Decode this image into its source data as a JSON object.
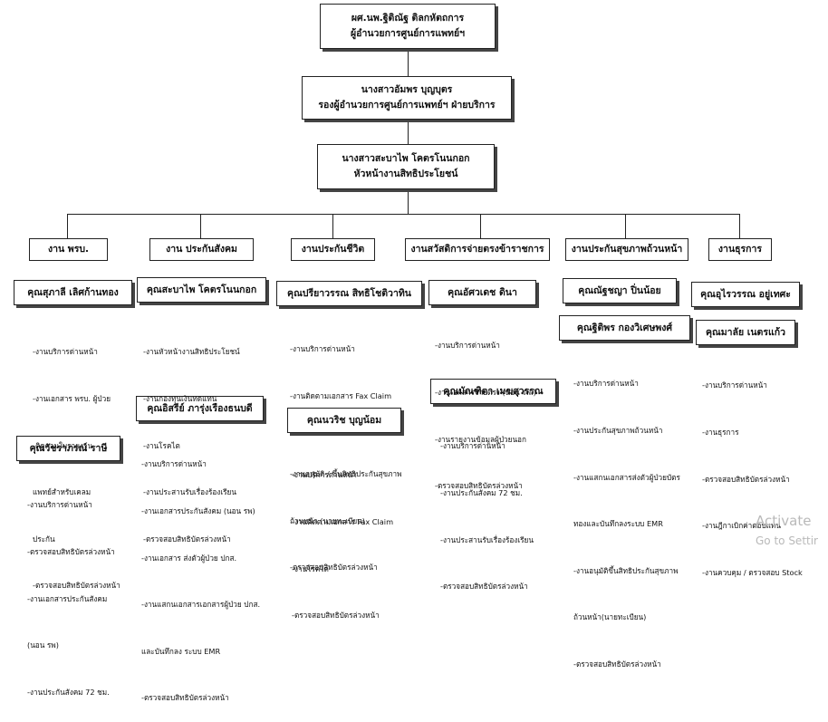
{
  "director": {
    "name": "ผศ.นพ.ฐิติณัฐ  ติลกหัตถการ",
    "title": "ผู้อำนวยการศูนย์การแพทย์ฯ"
  },
  "deputy": {
    "name": "นางสาวอัมพร  บุญบุตร",
    "title": "รองผู้อำนวยการศูนย์การแพทย์ฯ ฝ่ายบริการ"
  },
  "head": {
    "name": "นางสาวสะบาไพ  โคตรโนนกอก",
    "title": "หัวหน้างานสิทธิประโยชน์"
  },
  "units": {
    "u1": "งาน พรบ.",
    "u2": "งาน ประกันสังคม",
    "u3": "งานประกันชีวิต",
    "u4": "งานสวัสดิการจ่ายตรงข้าราชการ",
    "u5": "งานประกันสุขภาพถ้วนหน้า",
    "u6": "งานธุรการ"
  },
  "staff": {
    "s1a": "คุณสุภาลี  เลิศก้านทอง",
    "s1b": "คุณวัชราภรณ์  ราษี",
    "s2a": "คุณสะบาไพ  โคตรโนนกอก",
    "s2b": "คุณอิสรีย์  ภารุ่งเรืองธนบดี",
    "s3a": "คุณปรียาวรรณ  สิทธิโชติวาทิน",
    "s3b": "คุณนวริช  บุญน้อม",
    "s4a": "คุณอัศวเดช  ดินา",
    "s4b": "คุณมัณฑิตา  เมฆสุวรรณ",
    "s5a": "คุณณัฐชญา  ปิ่นน้อย",
    "s5b": "คุณฐิติพร  กองวิเศษพงศ์",
    "s6a": "คุณอุไรวรรณ อยู่เทศะ",
    "s6b": "คุณมาลัย เนตรแก้ว"
  },
  "duties": {
    "d1a": [
      "-งานบริการด่านหน้า",
      "-งานเอกสาร พรบ. ผู้ป่วย",
      "-ติดตามใบรายงาน",
      "แพทย์สำหรับเคลม",
      "ประกัน",
      "-ตรวจสอบสิทธิบัตรล่วงหน้า"
    ],
    "d1b": [
      "-งานบริการด่านหน้า",
      "-ตรวจสอบสิทธิบัตรล่วงหน้า",
      "-งานเอกสารประกันสังคม",
      "(นอน รพ)",
      "-งานประกันสังคม 72 ชม."
    ],
    "d2a": [
      "-งานหัวหน้างานสิทธิประโยชน์",
      "-งานกองทุนเงินทดแทน",
      "-งานโรคไต",
      "-งานประสานรับเรื่องร้องเรียน",
      "-ตรวจสอบสิทธิบัตรล่วงหน้า"
    ],
    "d2b": [
      "-งานบริการด่านหน้า",
      "-งานเอกสารประกันสังคม (นอน รพ)",
      "-งานเอกสาร ส่งตัวผู้ป่วย ปกส.",
      "-งานแสกนเอกสารเอกสารผู้ป่วย ปกส.",
      "และบันทึกลง ระบบ EMR",
      "-ตรวจสอบสิทธิบัตรล่วงหน้า"
    ],
    "d3a": [
      "-งานบริการด่านหน้า",
      "-งานติดตามเอกสาร Fax Claim",
      "",
      "-งานอนุมัติ / ขึ้นสิทธิประกันสุขภาพ",
      "ถ้วนหน้า (นายทะเบียน)",
      "-ตรวจสอบสิทธิบัตรล่วงหน้า"
    ],
    "d3b": [
      "-งานบริการด่านหน้า",
      "-งานติดตามเอกสาร Fax Claim",
      "-งานโรคไต",
      "-ตรวจสอบสิทธิบัตรล่วงหน้า"
    ],
    "d4a": [
      "-งานบริการด่านหน้า",
      "-งานเอกสารจ่ายตรง (นอน รพ.)",
      "-งานรายงานข้อมูลผู้ป่วยนอก",
      "-ตรวจสอบสิทธิบัตรล่วงหน้า"
    ],
    "d4b": [
      "-งานบริการด่านหน้า",
      "-งานประกันสังคม 72 ชม.",
      "-งานประสานรับเรื่องร้องเรียน",
      "-ตรวจสอบสิทธิบัตรล่วงหน้า"
    ],
    "d5b": [
      "-งานบริการด่านหน้า",
      "-งานประกันสุขภาพถ้วนหน้า",
      "-งานแสกนเอกสารส่งตัวผู้ป่วยบัตร",
      "ทองและบันทึกลงระบบ EMR",
      "-งานอนุมัติขึ้นสิทธิประกันสุขภาพ",
      "ถ้วนหน้า(นายทะเบียน)",
      "-ตรวจสอบสิทธิบัตรล่วงหน้า"
    ],
    "d6b": [
      "-งานบริการด่านหน้า",
      "-งานธุรการ",
      "-ตรวจสอบสิทธิบัตรล่วงหน้า",
      "-งานฎีกาเบิกค่าตอบแทน",
      "-งานควบคุม / ตรวจสอบ Stock"
    ]
  },
  "watermark": {
    "line1": "Activate",
    "line2": "Go to Settir"
  }
}
